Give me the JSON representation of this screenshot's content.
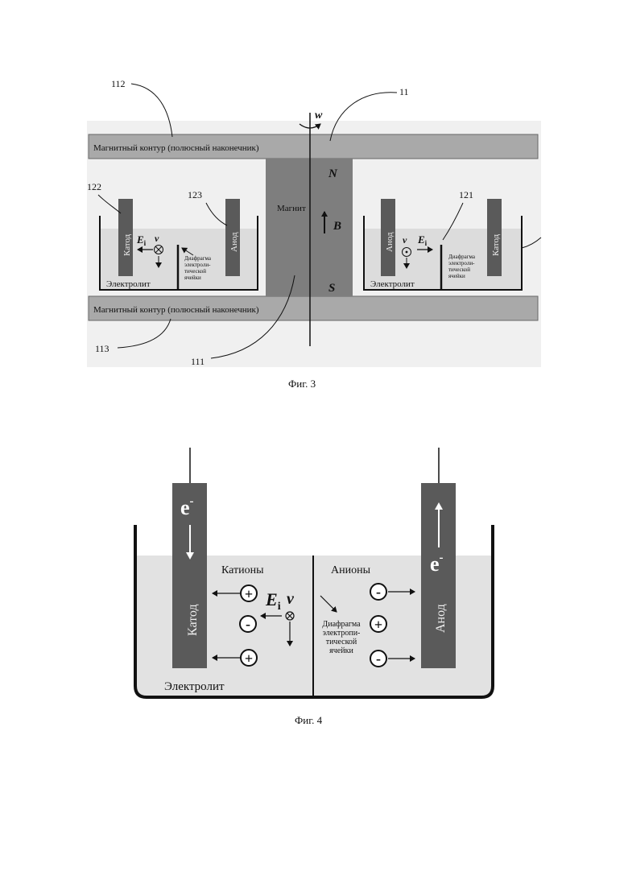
{
  "fig3": {
    "caption": "Фиг. 3",
    "ref_112": "112",
    "ref_11": "11",
    "ref_122": "122",
    "ref_123": "123",
    "ref_121": "121",
    "ref_113": "113",
    "ref_111": "111",
    "top_contour": "Магнитный контур (полюсный наконечник)",
    "bottom_contour": "Магнитный контур (полюсный наконечник)",
    "magnet": "Магнит",
    "pole_n": "N",
    "pole_s": "S",
    "field_b": "B",
    "omega": "w",
    "left_cathode": "Катод",
    "left_anode": "Анод",
    "right_anode": "Анод",
    "right_cathode": "Катод",
    "ei_main": "E",
    "ei_sub": "i",
    "velocity": "v",
    "diaphragm_left": [
      "Диафрагма",
      "электроли-",
      "тической",
      "ячейки"
    ],
    "diaphragm_right": [
      "Диафрагма",
      "электроли-",
      "тической",
      "ячейки"
    ],
    "electrolyte_left": "Электролит",
    "electrolyte_right": "Электролит"
  },
  "fig4": {
    "caption": "Фиг. 4",
    "electron_left": "e",
    "electron_left_sup": "-",
    "electron_right": "e",
    "electron_right_sup": "-",
    "cathode": "Катод",
    "anode": "Анод",
    "cations": "Катионы",
    "anions": "Анионы",
    "ei_main": "E",
    "ei_sub": "i",
    "velocity": "v",
    "plus": "+",
    "minus": "-",
    "diaphragm": [
      "Диафрагма",
      "электропи-",
      "тической",
      "ячейки"
    ],
    "electrolyte": "Электролит"
  },
  "colors": {
    "electrode": "#5a5a5a",
    "pole_piece": "#a9a9a9",
    "magnet": "#7e7e7e",
    "electrolyte": "#e2e2e2",
    "stroke": "#111111"
  }
}
